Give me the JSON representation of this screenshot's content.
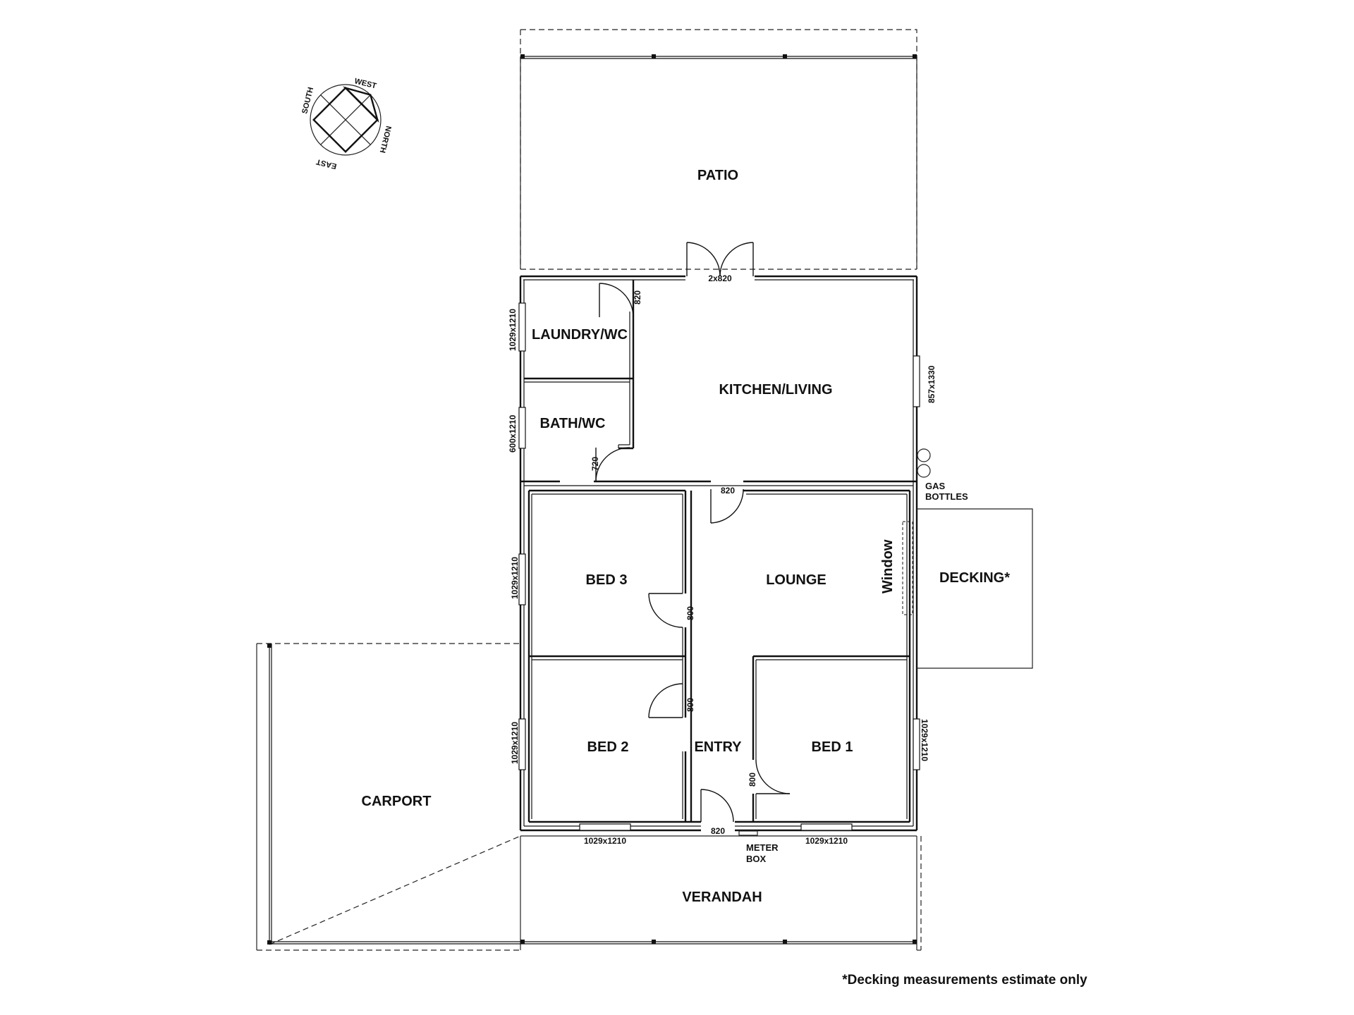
{
  "rooms": {
    "patio": "PATIO",
    "laundry": "LAUNDRY/WC",
    "kitchen": "KITCHEN/LIVING",
    "bath": "BATH/WC",
    "bed3": "BED 3",
    "lounge": "LOUNGE",
    "decking": "DECKING*",
    "bed2": "BED 2",
    "entry": "ENTRY",
    "bed1": "BED 1",
    "carport": "CARPORT",
    "verandah": "VERANDAH"
  },
  "labels": {
    "window": "Window",
    "gas_bottles_1": "GAS",
    "gas_bottles_2": "BOTTLES",
    "meter_box_1": "METER",
    "meter_box_2": "BOX"
  },
  "dimensions": {
    "patio_doors": "2x820",
    "laundry_door": "820",
    "laundry_window": "1029x1210",
    "kitchen_window": "857x1330",
    "bath_window": "600x1210",
    "bath_door": "720",
    "lounge_door": "820",
    "bed3_window": "1029x1210",
    "bed3_door": "800",
    "bed2_door": "800",
    "bed2_window": "1029x1210",
    "bed1_door": "800",
    "bed1_window": "1029x1210",
    "entry_door": "820",
    "front_window_left": "1029x1210",
    "front_window_right": "1029x1210"
  },
  "compass": {
    "north": "NORTH",
    "south": "SOUTH",
    "east": "EAST",
    "west": "WEST"
  },
  "footnote": "*Decking measurements estimate only"
}
